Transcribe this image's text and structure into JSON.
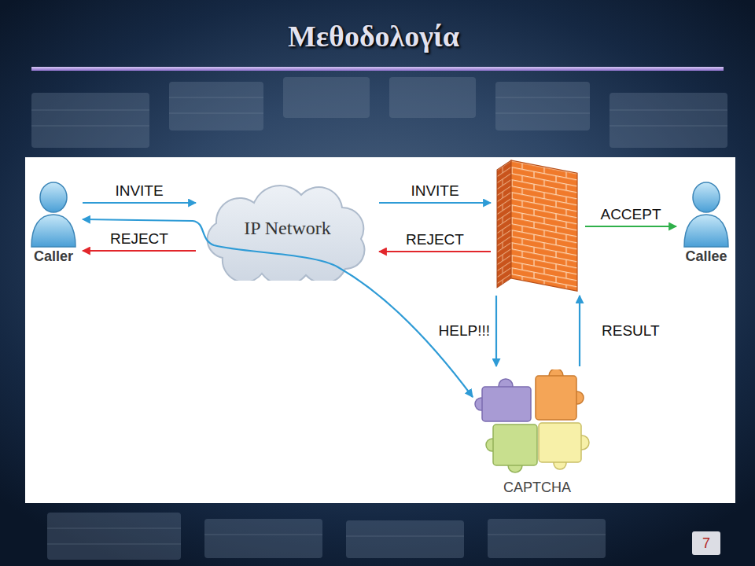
{
  "diagram": {
    "title": "Μεθοδολογία",
    "nodes": [
      {
        "text": [
          "Caller"
        ]
      },
      {
        "text": [
          "IP Network"
        ]
      },
      {
        "text": []
      },
      {
        "text": [
          "Callee"
        ]
      },
      {
        "text": [
          "CAPTCHA"
        ]
      }
    ],
    "edges": [
      {
        "from": 0,
        "to": 1,
        "label": "INVITE",
        "arrow": "to"
      },
      {
        "from": 1,
        "to": 0,
        "label": "REJECT",
        "arrow": "to"
      },
      {
        "from": 1,
        "to": 2,
        "label": "INVITE",
        "arrow": "to"
      },
      {
        "from": 2,
        "to": 1,
        "label": "REJECT",
        "arrow": "to"
      },
      {
        "from": 2,
        "to": 3,
        "label": "ACCEPT",
        "arrow": "to"
      },
      {
        "from": 2,
        "to": 4,
        "label": "HELP!!!",
        "arrow": "to"
      },
      {
        "from": 4,
        "to": 2,
        "label": "RESULT",
        "arrow": "to"
      },
      {
        "from": 0,
        "to": 4,
        "arrow": "both"
      }
    ],
    "labels": [
      "7"
    ]
  }
}
